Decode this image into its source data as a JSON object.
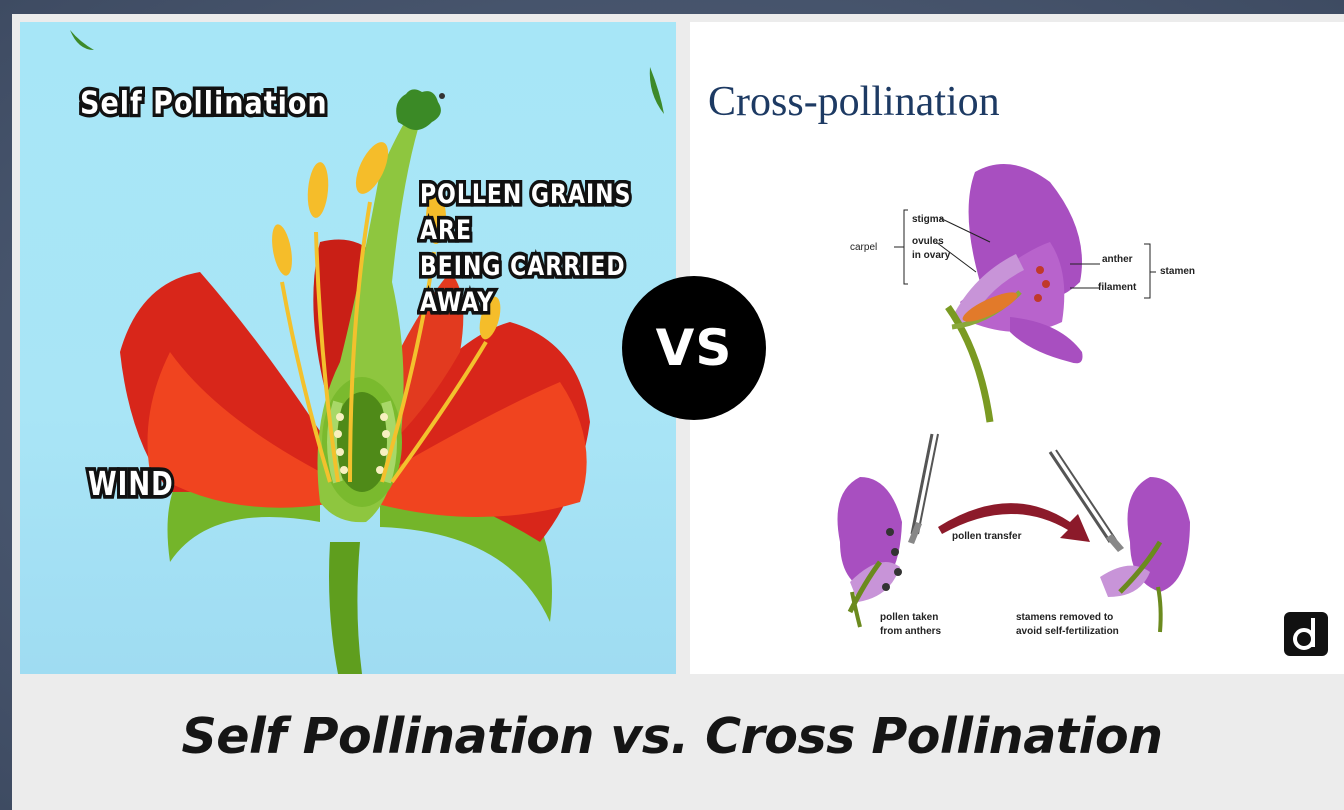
{
  "left": {
    "title": "Self Pollination",
    "pollen_note": "POLLEN GRAINS ARE\nBEING CARRIED AWAY",
    "wind_label": "WIND"
  },
  "badge": {
    "text": "VS"
  },
  "right": {
    "title": "Cross-pollination",
    "labels": {
      "carpel": "carpel",
      "stigma": "stigma",
      "ovules": "ovules",
      "in_ovary": "in ovary",
      "anther": "anther",
      "filament": "filament",
      "stamen": "stamen",
      "pollen_transfer": "pollen transfer",
      "pollen_taken_1": "pollen taken",
      "pollen_taken_2": "from anthers",
      "stamens_removed_1": "stamens removed to",
      "stamens_removed_2": "avoid self-fertilization"
    }
  },
  "footer": {
    "title": "Self Pollination vs. Cross Pollination"
  },
  "colors": {
    "sky": "#a7e6f7",
    "petal": "#e8311b",
    "stem": "#6fae22",
    "purple_petal": "#a84fc0",
    "arrow": "#8c1a2a",
    "title_blue": "#1d3a63"
  },
  "icons": {
    "brand": "logo-d-icon"
  }
}
